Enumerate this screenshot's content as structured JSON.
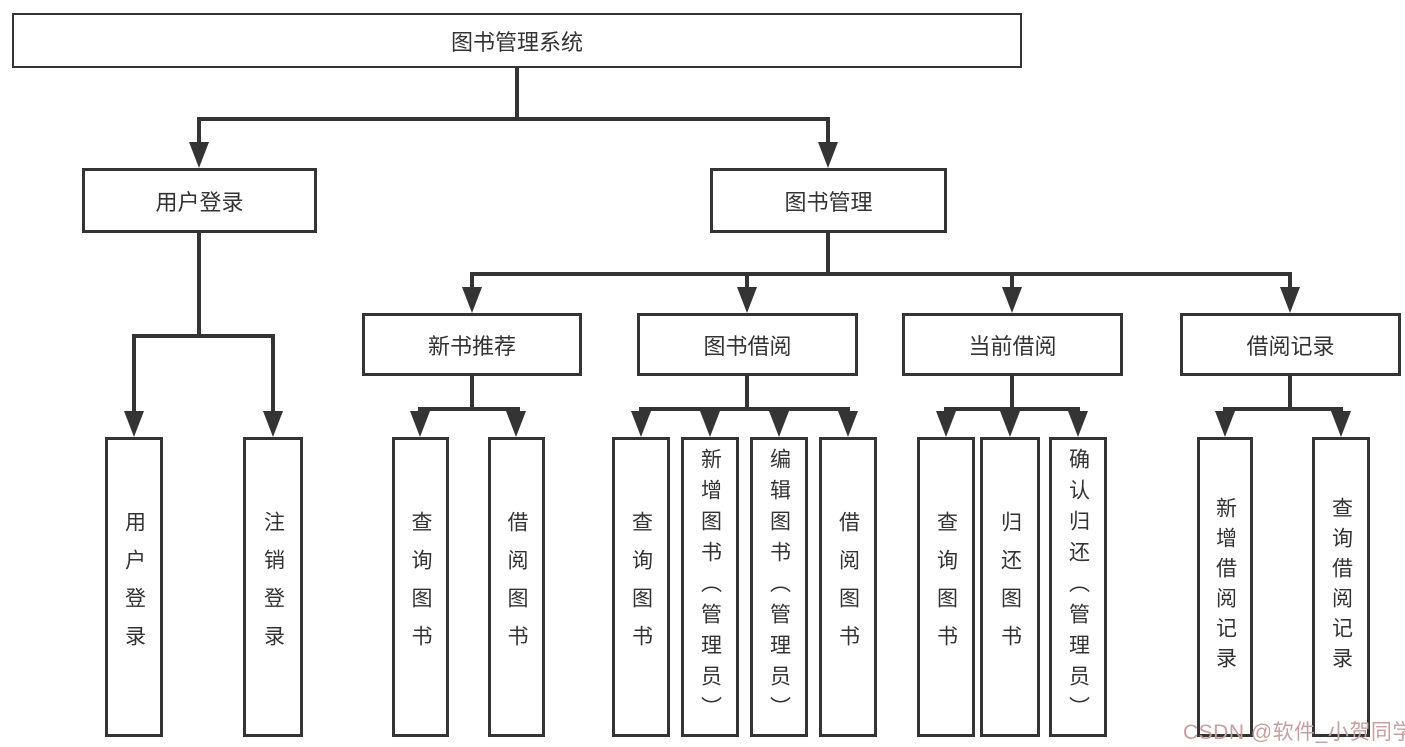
{
  "diagram": {
    "type": "tree",
    "title": "图书管理系统",
    "colors": {
      "line": "#343434",
      "box_border": "#343434",
      "box_background": "#ffffff",
      "text": "#333333",
      "watermark": "#c79f9f"
    },
    "watermark": "CSDN @软件_小贺同学",
    "nodes": {
      "root": {
        "label": "图书管理系统",
        "children": [
          "user_login",
          "book_mgmt"
        ]
      },
      "user_login": {
        "label": "用户登录",
        "children": [
          "leaf_user_login",
          "leaf_logout"
        ]
      },
      "book_mgmt": {
        "label": "图书管理",
        "children": [
          "new_book_rec",
          "book_borrow",
          "current_borrow",
          "borrow_records"
        ]
      },
      "new_book_rec": {
        "label": "新书推荐",
        "children": [
          "leaf_rec_query",
          "leaf_rec_borrow"
        ]
      },
      "book_borrow": {
        "label": "图书借阅",
        "children": [
          "leaf_bb_query",
          "leaf_bb_add",
          "leaf_bb_edit",
          "leaf_bb_borrow"
        ]
      },
      "current_borrow": {
        "label": "当前借阅",
        "children": [
          "leaf_cb_query",
          "leaf_cb_return",
          "leaf_cb_confirm"
        ]
      },
      "borrow_records": {
        "label": "借阅记录",
        "children": [
          "leaf_br_add",
          "leaf_br_query"
        ]
      },
      "leaf_user_login": {
        "label": "用户登录"
      },
      "leaf_logout": {
        "label": "注销登录"
      },
      "leaf_rec_query": {
        "label": "查询图书"
      },
      "leaf_rec_borrow": {
        "label": "借阅图书"
      },
      "leaf_bb_query": {
        "label": "查询图书"
      },
      "leaf_bb_add": {
        "label": "新增图书（管理员）"
      },
      "leaf_bb_edit": {
        "label": "编辑图书（管理员）"
      },
      "leaf_bb_borrow": {
        "label": "借阅图书"
      },
      "leaf_cb_query": {
        "label": "查询图书"
      },
      "leaf_cb_return": {
        "label": "归还图书"
      },
      "leaf_cb_confirm": {
        "label": "确认归还（管理员）"
      },
      "leaf_br_add": {
        "label": "新增借阅记录"
      },
      "leaf_br_query": {
        "label": "查询借阅记录"
      }
    }
  }
}
